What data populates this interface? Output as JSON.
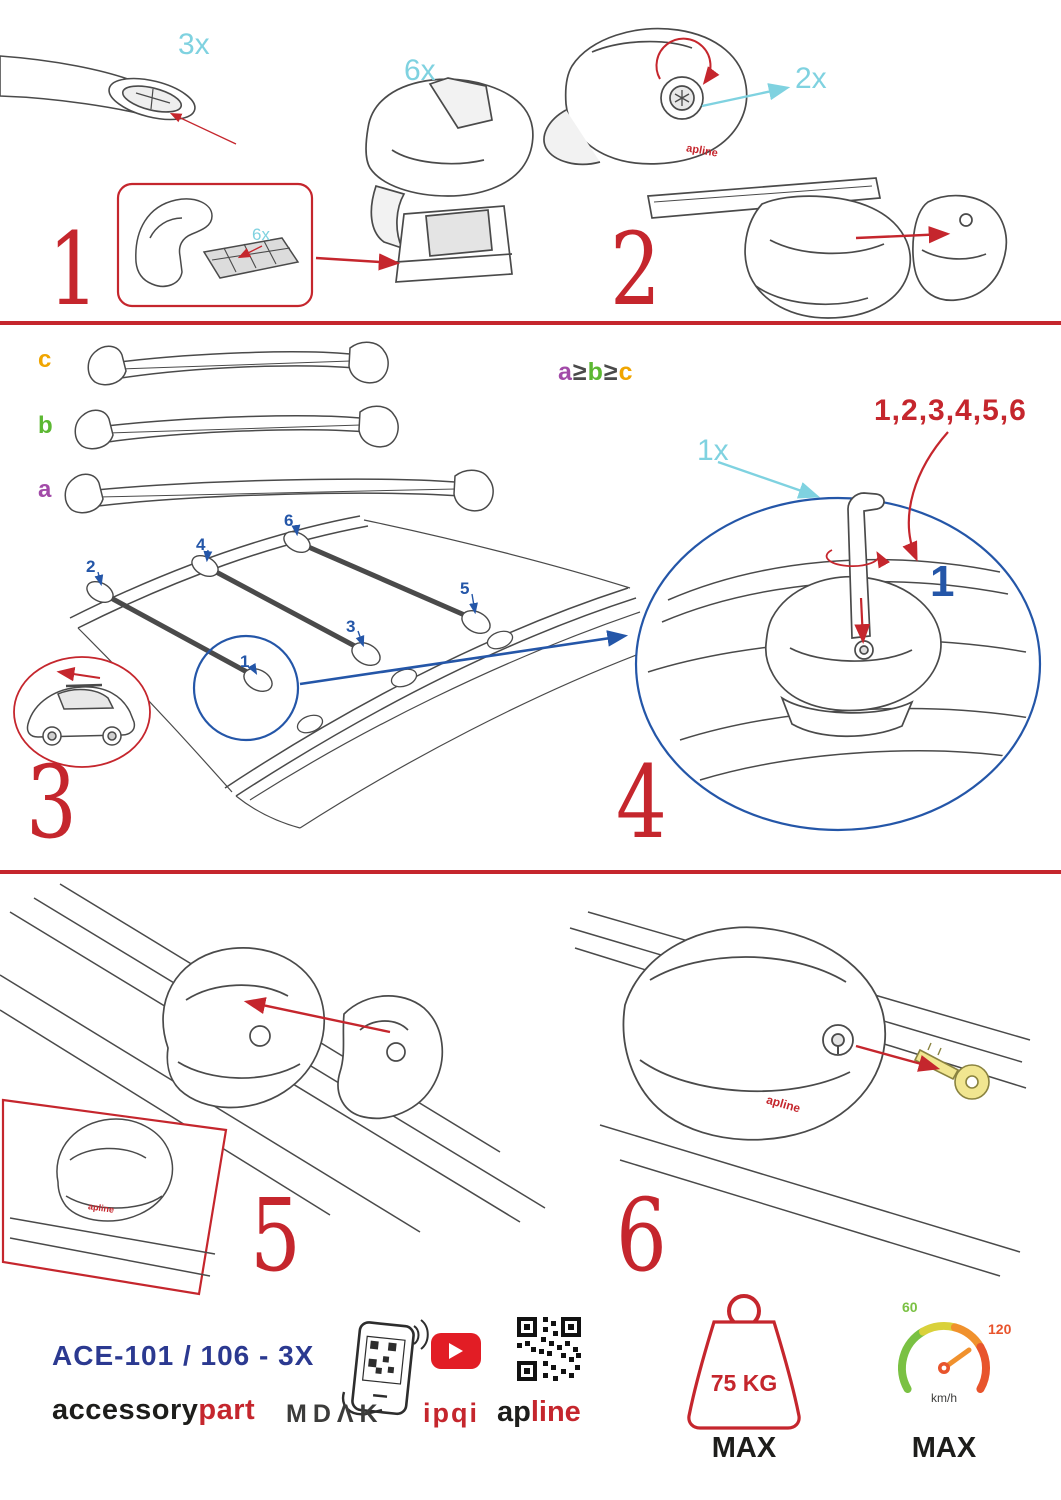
{
  "colors": {
    "red": "#c5262d",
    "cyan": "#7fd2e0",
    "blue": "#2456a8",
    "navy": "#2b3990",
    "purple": "#a24aa8",
    "green": "#5cb832",
    "orange": "#f0a500",
    "lineart": "#4a4a4a"
  },
  "step1": {
    "number": "1",
    "bar_qty": "3x",
    "clamp_qty": "6x",
    "inset_qty": "6x"
  },
  "step2": {
    "number": "2",
    "foot_qty": "2x",
    "brand_mark": "apline"
  },
  "step3": {
    "number": "3",
    "bar_labels": {
      "c": "c",
      "b": "b",
      "a": "a"
    },
    "formula": {
      "a": "a",
      "ge1": "≥",
      "b": "b",
      "ge2": "≥",
      "c": "c"
    },
    "positions": [
      "1",
      "2",
      "3",
      "4",
      "5",
      "6"
    ]
  },
  "step4": {
    "number": "4",
    "sequence": "1,2,3,4,5,6",
    "tool_qty": "1x",
    "first": "1"
  },
  "step5": {
    "number": "5",
    "brand_mark": "apline"
  },
  "step6": {
    "number": "6",
    "brand_mark": "apline"
  },
  "footer": {
    "model": "ACE-101 / 106 - 3X",
    "brand_accessory": "accessory",
    "brand_part": "part",
    "brand_mdak": "MDΛK",
    "brand_ipqi": "ipqi",
    "brand_ap": "ap",
    "brand_line": "line",
    "weight_value": "75 KG",
    "weight_max": "MAX",
    "speed_min": "60",
    "speed_max": "120",
    "speed_unit": "km/h",
    "speed_max_label": "MAX",
    "icons": [
      "qr-scan-phone",
      "youtube",
      "qr-code",
      "weight-max",
      "speedometer"
    ]
  }
}
